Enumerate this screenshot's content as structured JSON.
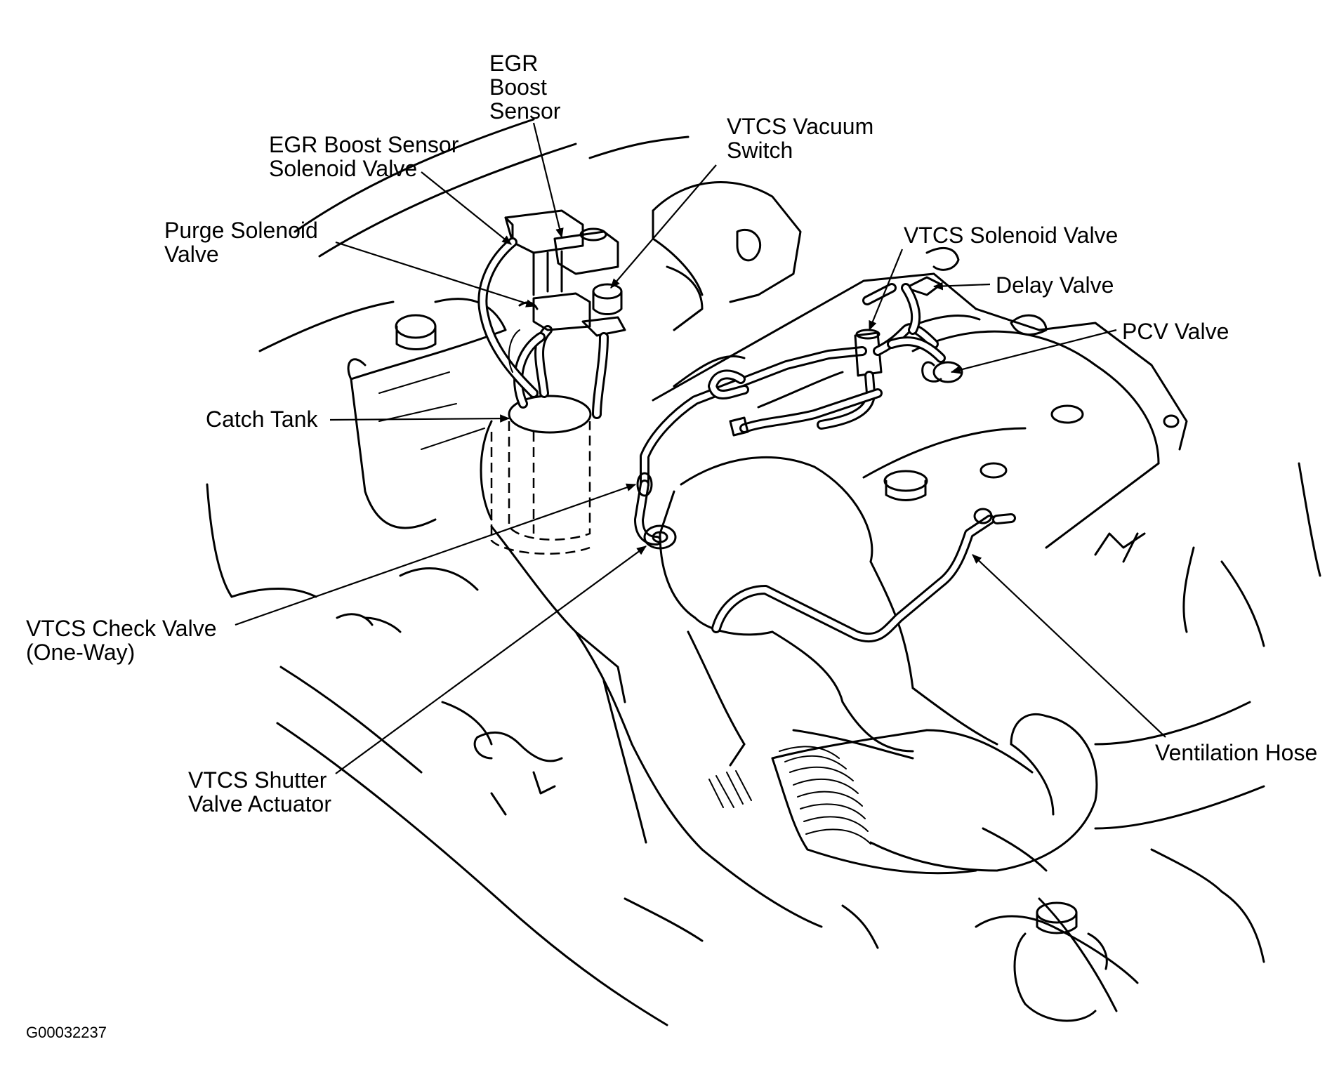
{
  "diagram": {
    "labels": {
      "egr_boost_sensor": [
        "EGR",
        "Boost",
        "Sensor"
      ],
      "egr_boost_sensor_solenoid_valve": [
        "EGR Boost Sensor",
        "Solenoid Valve"
      ],
      "vtcs_vacuum_switch": [
        "VTCS Vacuum",
        "Switch"
      ],
      "purge_solenoid_valve": [
        "Purge Solenoid",
        "Valve"
      ],
      "vtcs_solenoid_valve": [
        "VTCS Solenoid Valve"
      ],
      "delay_valve": [
        "Delay Valve"
      ],
      "pcv_valve": [
        "PCV Valve"
      ],
      "catch_tank": [
        "Catch Tank"
      ],
      "vtcs_check_valve": [
        "VTCS Check Valve",
        "(One-Way)"
      ],
      "ventilation_hose": [
        "Ventilation Hose"
      ],
      "vtcs_shutter_valve_actuator": [
        "VTCS Shutter",
        "Valve Actuator"
      ]
    },
    "figure_id": "G00032237"
  }
}
